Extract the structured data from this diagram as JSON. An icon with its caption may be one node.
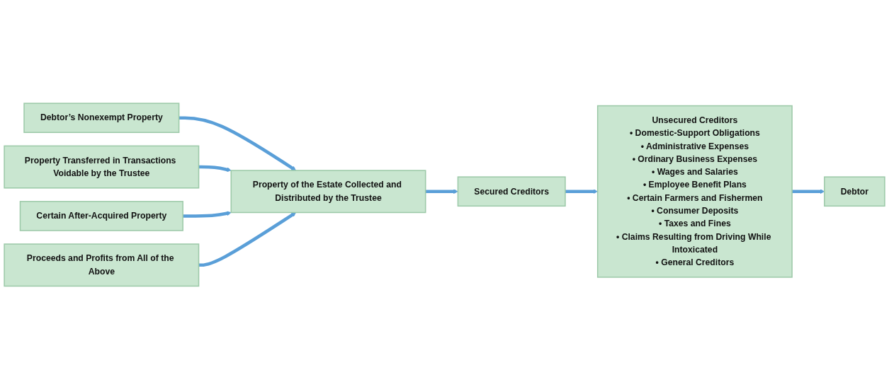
{
  "diagram": {
    "nodes": [
      {
        "text": [
          "Debtor’s Nonexempt Property"
        ]
      },
      {
        "text": [
          "Property Transferred in Transactions Voidable by the Trustee"
        ]
      },
      {
        "text": [
          "Certain After-Acquired Property"
        ]
      },
      {
        "text": [
          "Proceeds and Profits from All of the Above"
        ]
      },
      {
        "text": [
          "Property of the Estate Collected and Distributed by the Trustee"
        ]
      },
      {
        "text": [
          "Secured Creditors"
        ]
      },
      {
        "text": [
          "Unsecured Creditors",
          "• Domestic-Support Obligations",
          "• Administrative Expenses",
          "• Ordinary Business Expenses",
          "• Wages and Salaries",
          "• Employee Benefit Plans",
          "• Certain Farmers and Fishermen",
          "• Consumer Deposits",
          "• Taxes and Fines",
          "• Claims Resulting from Driving While Intoxicated",
          "• General Creditors"
        ]
      },
      {
        "text": [
          "Debtor"
        ]
      }
    ],
    "edges": [
      {
        "from": 0,
        "to": 4,
        "arrow": "to"
      },
      {
        "from": 1,
        "to": 4,
        "arrow": "to"
      },
      {
        "from": 2,
        "to": 4,
        "arrow": "to"
      },
      {
        "from": 3,
        "to": 4,
        "arrow": "to"
      },
      {
        "from": 4,
        "to": 5,
        "arrow": "to"
      },
      {
        "from": 5,
        "to": 6,
        "arrow": "to"
      },
      {
        "from": 6,
        "to": 7,
        "arrow": "to"
      }
    ]
  }
}
